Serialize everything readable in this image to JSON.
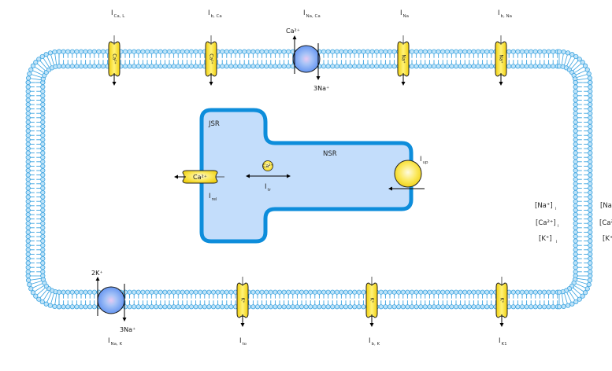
{
  "diagram": {
    "title": "Cardiac myocyte ionic currents",
    "colors": {
      "membrane": "#3aa3e0",
      "membrane_fill": "#bfe3f8",
      "sr_stroke": "#0d8ddb",
      "sr_fill": "#c3ddfb",
      "channel_fill": "#f5d920",
      "exchanger_fill": "#6f9ef0"
    },
    "top_currents": [
      {
        "main": "I",
        "sub": "Ca, L",
        "ion": "Ca²⁺",
        "type": "channel",
        "direction": "in"
      },
      {
        "main": "I",
        "sub": "b, Ca",
        "ion": "Ca²⁺",
        "type": "channel",
        "direction": "in"
      },
      {
        "main": "I",
        "sub": "Na, Ca",
        "ion_out": "Ca²⁺",
        "ion_in": "3Na⁺",
        "type": "exchanger"
      },
      {
        "main": "I",
        "sub": "Na",
        "ion": "Na⁺",
        "type": "channel",
        "direction": "in"
      },
      {
        "main": "I",
        "sub": "b, Na",
        "ion": "Na⁺",
        "type": "channel",
        "direction": "in"
      }
    ],
    "bottom_currents": [
      {
        "main": "I",
        "sub": "Na, K",
        "ion_out": "2K⁺",
        "ion_in": "3Na⁺",
        "type": "pump"
      },
      {
        "main": "I",
        "sub": "to",
        "ion": "K⁺",
        "type": "channel"
      },
      {
        "main": "I",
        "sub": "b, K",
        "ion": "K⁺",
        "type": "channel"
      },
      {
        "main": "I",
        "sub": "K1",
        "ion": "K⁺",
        "type": "channel"
      }
    ],
    "sr": {
      "jsr_label": "JSR",
      "nsr_label": "NSR",
      "rel": {
        "main": "I",
        "sub": "rel",
        "ion": "Ca²⁺"
      },
      "tr": {
        "main": "I",
        "sub": "tr",
        "ion": "Ca²⁺"
      },
      "up": {
        "main": "I",
        "sub": "up"
      }
    },
    "concentrations_inside": [
      {
        "text": "[Na⁺]",
        "sub": "i"
      },
      {
        "text": "[Ca²⁺]",
        "sub": "i"
      },
      {
        "text": "[K⁺]",
        "sub": "i"
      }
    ],
    "concentrations_outside": [
      {
        "text": "[Na"
      },
      {
        "text": "[Ca²"
      },
      {
        "text": "[K⁺"
      }
    ]
  }
}
